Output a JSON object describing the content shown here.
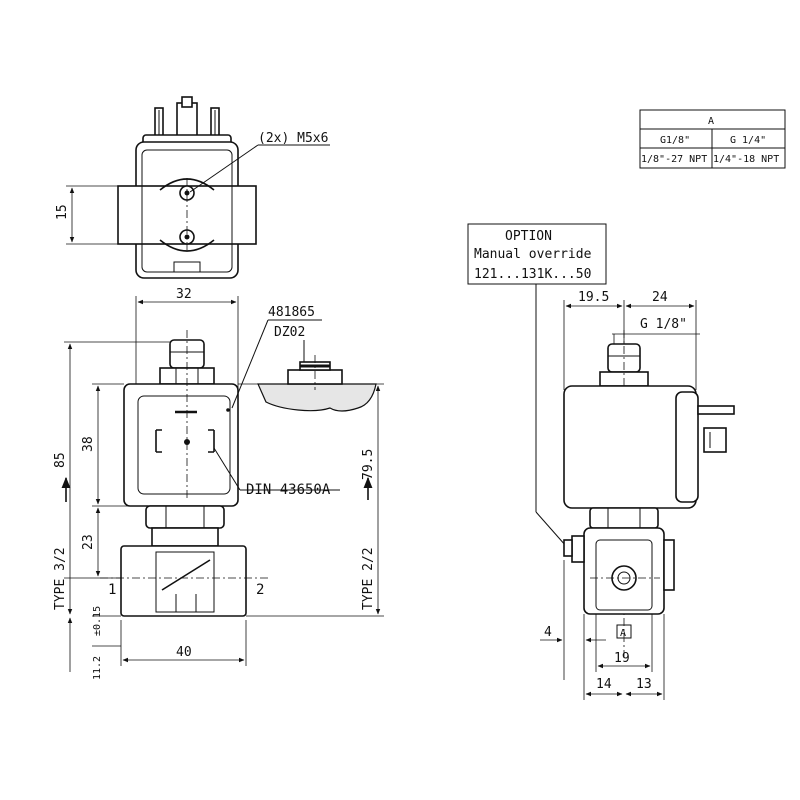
{
  "top_view": {
    "callout_screws": "(2x) M5x6",
    "dim_height": "15"
  },
  "front_view": {
    "dim_width_coil": "32",
    "part_number": "481865",
    "part_code": "DZ02",
    "dim_coil_height": "38",
    "dim_overall_height": "85",
    "dim_body_height": "23",
    "dim_right_height": "79.5",
    "connector_standard": "DIN 43650A",
    "type_left": "TYPE 3/2",
    "type_right": "TYPE 2/2",
    "port_1": "1",
    "port_2": "2",
    "dim_width_body": "40",
    "dim_port_height": "11.2",
    "dim_port_tol": "±0.15"
  },
  "port_table": {
    "header": "A",
    "rows": [
      [
        "G1/8\"",
        "G 1/4\""
      ],
      [
        "1/8\"-27 NPT",
        "1/4\"-18 NPT"
      ]
    ]
  },
  "side_view": {
    "option_title": "OPTION",
    "option_line1": "Manual override",
    "option_line2": "121...131K...50",
    "dim_left": "19.5",
    "dim_right": "24",
    "thread": "G 1/8\"",
    "dim_4": "4",
    "port_label": "A",
    "dim_19": "19",
    "dim_14": "14",
    "dim_13": "13"
  }
}
